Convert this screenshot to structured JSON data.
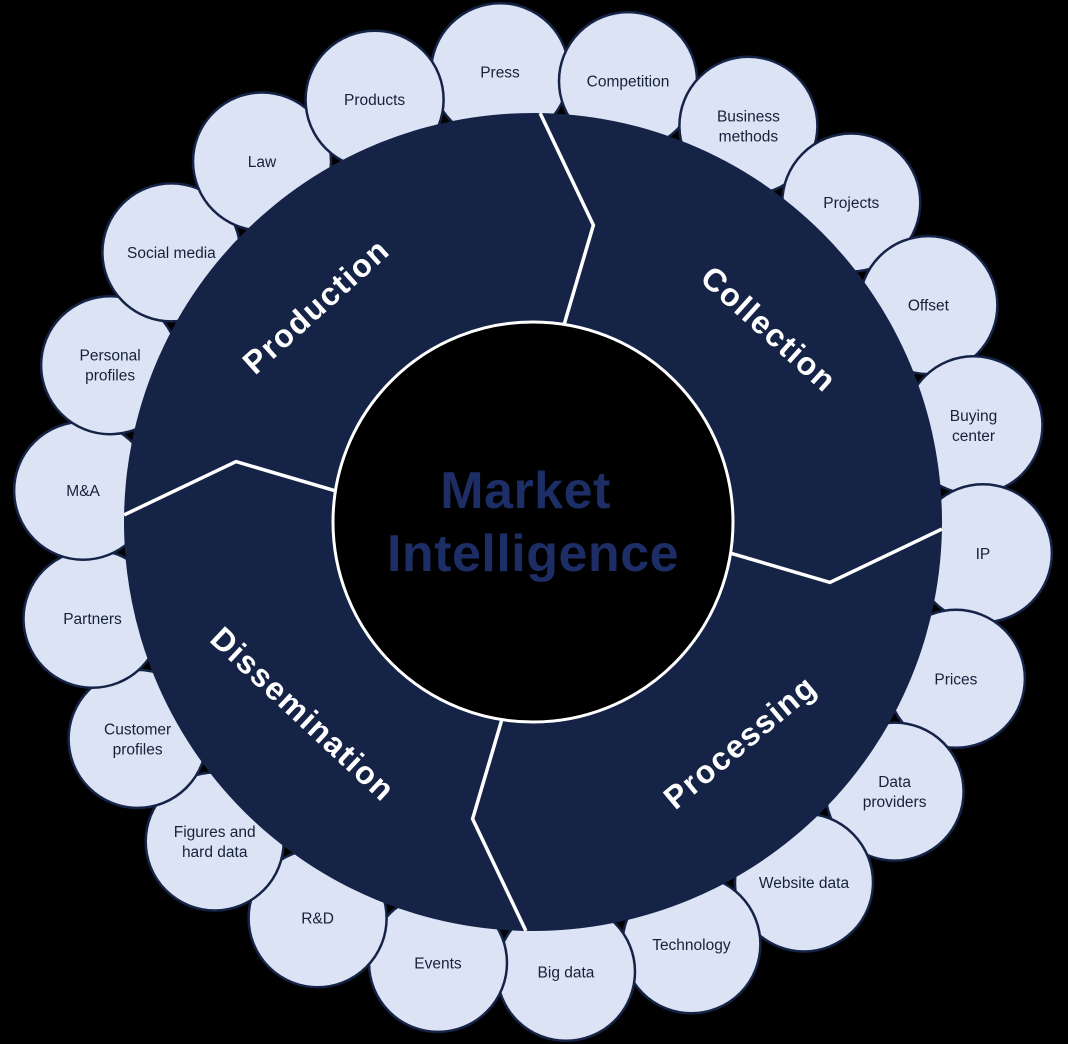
{
  "page": {
    "background": "#000000"
  },
  "diagram": {
    "type": "radial-cycle",
    "center": {
      "title": "Market Intelligence",
      "title_lines": [
        "Market",
        "Intelligence"
      ]
    },
    "segments": [
      {
        "label": "Production"
      },
      {
        "label": "Collection"
      },
      {
        "label": "Processing"
      },
      {
        "label": "Dissemination"
      }
    ],
    "petals": [
      "Press",
      "Competition",
      "Business\nmethods",
      "Projects",
      "Offset",
      "Buying\ncenter",
      "IP",
      "Prices",
      "Data\nproviders",
      "Website data",
      "Technology",
      "Big data",
      "Events",
      "R&D",
      "Figures and\nhard data",
      "Customer\nprofiles",
      "Partners",
      "M&A",
      "Personal\nprofiles",
      "Social media",
      "Law",
      "Products"
    ],
    "colors": {
      "background": "#000000",
      "ring": "#152347",
      "petal_fill": "#dbe3f5",
      "petal_stroke": "#152347",
      "petal_text": "#16213a",
      "segment_text": "#ffffff",
      "center_text": "#1d2e66",
      "divider": "#ffffff"
    }
  }
}
